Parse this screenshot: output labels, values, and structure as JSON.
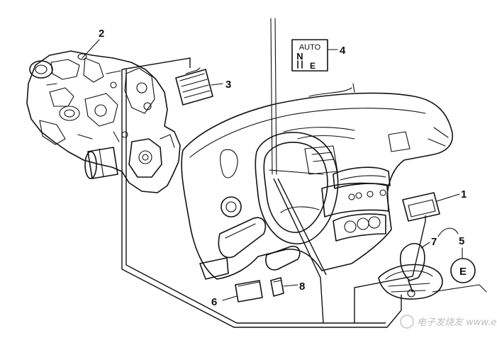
{
  "callouts": {
    "c1": "1",
    "c2": "2",
    "c3": "3",
    "c4": "4",
    "c5": "5",
    "c6": "6",
    "c7": "7",
    "c8": "8"
  },
  "indicator": {
    "auto": "AUTO",
    "n": "N",
    "e": "E"
  },
  "e_button": {
    "letter": "E"
  },
  "watermark": {
    "text": "电子发烧友 www.elecfans.com"
  }
}
